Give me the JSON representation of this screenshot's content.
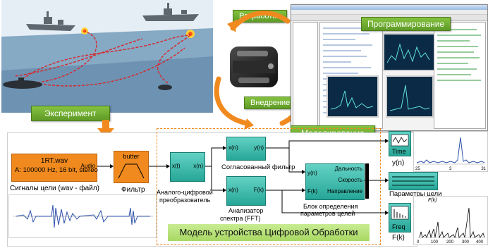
{
  "labels": {
    "development": "Разработка",
    "programming": "Программирование",
    "experiment": "Эксперимент",
    "implementation": "Внедрение",
    "modeling": "Моделирование",
    "model_title": "Модель устройства Цифровой Обработки"
  },
  "source_block": {
    "line1": "1RT.wav",
    "line2": "A: 100000 Hz, 16 bit, stereo",
    "port": "Audio",
    "caption": "Сигналы цели (wav - файл)"
  },
  "filter_block": {
    "name": "butter",
    "caption": "Фильтр"
  },
  "adc_block": {
    "in": "x(t)",
    "out": "x(n)",
    "caption1": "Аналого-цифровой",
    "caption2": "преобразователь"
  },
  "matched_filter": {
    "in": "x(n)",
    "out": "y(n)",
    "caption": "Согласованный фильтр"
  },
  "fft_block": {
    "in": "x(n)",
    "out": "F(k)",
    "caption1": "Анализатор",
    "caption2": "спектра (FFT)"
  },
  "param_block": {
    "in1": "y(n)",
    "in2": "F(k)",
    "out1": "Дальность",
    "out2": "Скорость",
    "out3": "Направление",
    "caption1": "Блок определения",
    "caption2": "параметров целей"
  },
  "time_scope": {
    "label": "Time",
    "caption": "y(n)"
  },
  "freq_scope": {
    "label": "Freq",
    "caption": "F(k)"
  },
  "params_display": {
    "caption": "Параметры цели"
  },
  "time_plot": {
    "ticks": [
      "25",
      "3",
      "31"
    ]
  },
  "freq_plot": {
    "title": "F(k)",
    "ticks": [
      "0",
      "100",
      "200",
      "300",
      "400"
    ]
  },
  "colors": {
    "orange": "#f08a1f",
    "green": "#6fae2f",
    "teal": "#2fb3a4"
  }
}
